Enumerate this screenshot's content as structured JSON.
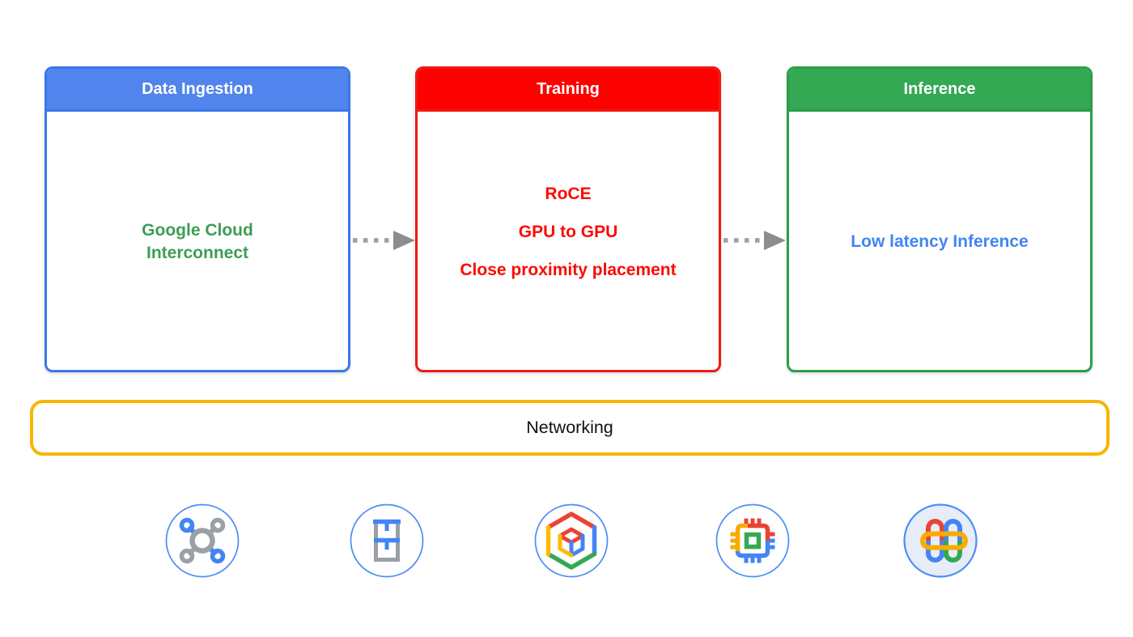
{
  "diagram": {
    "boxes": [
      {
        "id": "data-ingestion",
        "title": "Data Ingestion",
        "lines": [
          "Google Cloud Interconnect"
        ],
        "header_color": "#5184EC",
        "border_color": "#3B78E9",
        "text_color": "#3C9E52"
      },
      {
        "id": "training",
        "title": "Training",
        "lines": [
          "RoCE",
          "GPU to GPU",
          "Close proximity placement"
        ],
        "header_color": "#FD0100",
        "border_color": "#F01B10",
        "text_color": "#FB0B03"
      },
      {
        "id": "inference",
        "title": "Inference",
        "lines": [
          "Low latency Inference"
        ],
        "header_color": "#34A853",
        "border_color": "#2B9E4A",
        "text_color": "#4285F4"
      }
    ],
    "arrows": [
      {
        "from": "data-ingestion",
        "to": "training",
        "style": "dotted",
        "color": "#9AA0A6"
      },
      {
        "from": "training",
        "to": "inference",
        "style": "dotted",
        "color": "#9AA0A6"
      }
    ],
    "networking": {
      "label": "Networking",
      "border_color": "#F7B600",
      "text_color": "#111111"
    },
    "icons": [
      {
        "name": "hub-icon"
      },
      {
        "name": "server-rack-icon"
      },
      {
        "name": "hexagon-cube-icon"
      },
      {
        "name": "tpu-chip-icon"
      },
      {
        "name": "linked-pills-icon"
      }
    ],
    "palette": {
      "google_blue": "#4285F4",
      "google_red": "#EA4335",
      "google_green": "#34A853",
      "google_yellow": "#FBBC04",
      "icon_gray": "#9AA0A6",
      "icon_circle_blue": "#4C8DF6",
      "icon_circle_fill_light": "#E7ECF9"
    }
  }
}
